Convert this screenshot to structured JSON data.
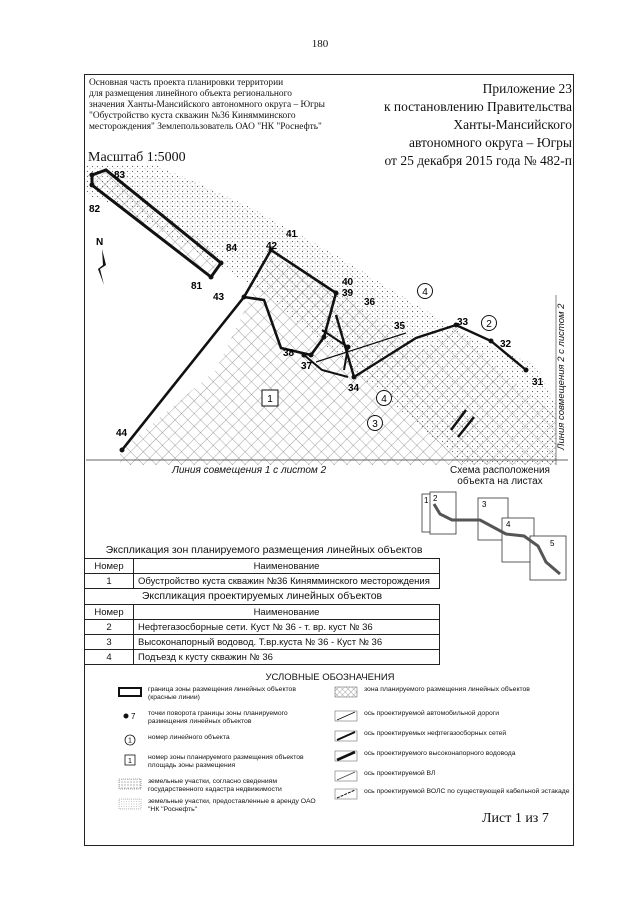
{
  "page_number": "180",
  "header_left": [
    "Основная часть проекта планировки территории",
    "для размещения линейного объекта регионального",
    "значения Ханты-Мансийского автономного округа – Югры",
    "\"Обустройство куста скважин №36 Кинямминского",
    "месторождения\" Землепользователь ОАО \"НК \"Роснефть\""
  ],
  "header_right": [
    "Приложение 23",
    "к постановлению Правительства",
    "Ханты-Мансийского",
    "автономного округа – Югры",
    "от 25 декабря 2015 года № 482-п"
  ],
  "scale": "Масштаб 1:5000",
  "north": "N",
  "points": {
    "p83": "83",
    "p82": "82",
    "p84": "84",
    "p81": "81",
    "p41": "41",
    "p42": "42",
    "p43": "43",
    "p40": "40",
    "p39": "39",
    "p36": "36",
    "p35": "35",
    "p38": "38",
    "p37": "37",
    "p34": "34",
    "p33": "33",
    "p32": "32",
    "p31": "31",
    "p44": "44"
  },
  "objects": {
    "o2": "2",
    "o3": "3",
    "o4a": "4",
    "o4b": "4"
  },
  "zone_number": "1",
  "combine_line_1": "Линия совмещения 1 с листом 2",
  "combine_line_2": "Линия совмещения 2 с листом 2",
  "scheme_title": "Схема расположения объекта на листах",
  "scheme_sheets": [
    "1",
    "2",
    "3",
    "4",
    "5"
  ],
  "zones_table": {
    "title": "Экспликация зон планируемого размещения линейных объектов",
    "headers": [
      "Номер",
      "Наименование"
    ],
    "rows": [
      {
        "num": "1",
        "name": "Обустройство куста скважин №36 Кинямминского месторождения"
      }
    ]
  },
  "objects_table": {
    "title": "Экспликация проектируемых линейных объектов",
    "headers": [
      "Номер",
      "Наименование"
    ],
    "rows": [
      {
        "num": "2",
        "name": "Нефтегазосборные сети. Куст № 36 - т. вр. куст № 36"
      },
      {
        "num": "3",
        "name": "Высоконапорный водовод. Т.вр.куста № 36 - Куст № 36"
      },
      {
        "num": "4",
        "name": "Подъезд к кусту скважин № 36"
      }
    ]
  },
  "legend": {
    "title": "УСЛОВНЫЕ ОБОЗНАЧЕНИЯ",
    "point_sample": "7",
    "object_sample": "1",
    "zone_sample": "1",
    "items": {
      "boundary": "граница зоны размещения линейных объектов (красные линии)",
      "turn_points": "точки поворота границы зоны планируемого размещения линейных объектов",
      "object_number": "номер линейного объекта",
      "zone_number": "номер зоны планируемого размещения объектов площадь зоны размещения",
      "cadastre": "земельные участки, согласно сведениям государственного кадастра недвижимости",
      "lease": "земельные участки, предоставленные в аренду ОАО \"НК \"Роснефть\"",
      "zone_area": "зона планируемого размещения линейных объектов",
      "road": "ось проектируемой автомобильной дороги",
      "oil_gas": "ось проектируемых нефтегазосборных сетей",
      "water": "ось проектируемого высоконапорного водовода",
      "power": "ось проектируемой ВЛ",
      "fiber": "ось проектируемой ВОЛС по существующей кабельной эстакаде"
    }
  },
  "sheet_label": "Лист 1 из 7",
  "colors": {
    "ink": "#111111",
    "hatch": "#555555"
  }
}
